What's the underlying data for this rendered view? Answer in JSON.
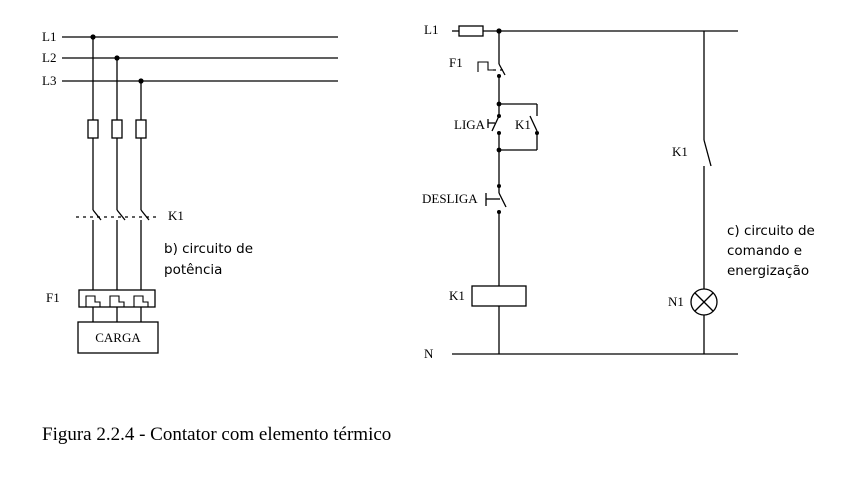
{
  "power": {
    "lines": [
      "L1",
      "L2",
      "L3"
    ],
    "contactor_label": "K1",
    "note": [
      "b) circuito de",
      "potência"
    ],
    "relay_label": "F1",
    "load_label": "CARGA"
  },
  "control": {
    "line_label": "L1",
    "neutral_label": "N",
    "fuse_relay_label": "F1",
    "on_button_label": "LIGA",
    "hold_contact_label": "K1",
    "off_button_label": "DESLIGA",
    "coil_label": "K1",
    "lamp_contact_label": "K1",
    "lamp_label": "N1",
    "note": [
      "c) circuito de",
      "comando e",
      "energização"
    ]
  },
  "caption": "Figura 2.2.4 - Contator com elemento térmico"
}
